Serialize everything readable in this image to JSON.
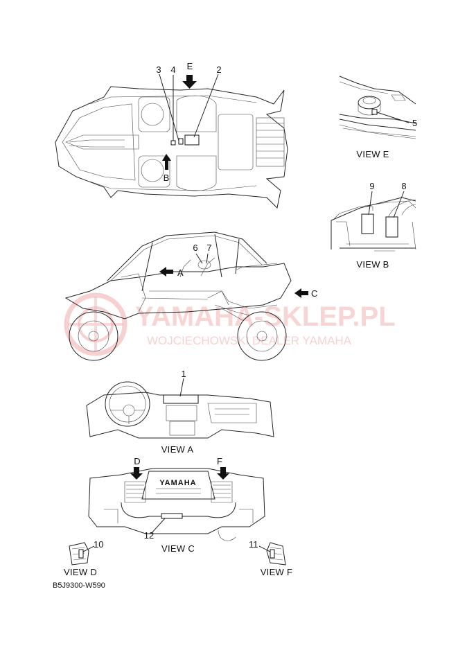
{
  "watermark": {
    "brand": "YAMAHA-SKLEP.PL",
    "tagline": "WOJCIECHOWSKI DEALER YAMAHA"
  },
  "views": {
    "top": {
      "arrow_e": "E",
      "arrow_b": "B"
    },
    "e": {
      "title": "VIEW E"
    },
    "b": {
      "title": "VIEW B"
    },
    "side": {
      "arrow_a": "A",
      "arrow_c": "C"
    },
    "a": {
      "title": "VIEW A"
    },
    "c": {
      "title": "VIEW C",
      "arrow_d": "D",
      "arrow_f": "F",
      "hood_text": "YAMAHA"
    },
    "d": {
      "title": "VIEW D"
    },
    "f": {
      "title": "VIEW F"
    }
  },
  "callouts": {
    "c1": "1",
    "c2": "2",
    "c3": "3",
    "c4": "4",
    "c5": "5",
    "c6": "6",
    "c7": "7",
    "c8": "8",
    "c9": "9",
    "c10": "10",
    "c11": "11",
    "c12": "12"
  },
  "diagram_code": "B5J9300-W590",
  "colors": {
    "line": "#222222",
    "watermark": "#f2b3b3"
  }
}
